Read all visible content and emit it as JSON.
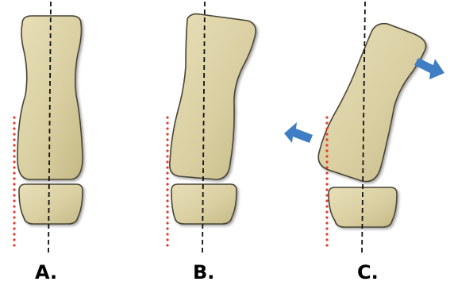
{
  "panels": [
    {
      "label": "A."
    },
    {
      "label": "B."
    },
    {
      "label": "C."
    }
  ],
  "colors": {
    "bone_fill": "#d9cfa2",
    "bone_stroke": "#4a4535",
    "dashed_line": "#111111",
    "dotted_line": "#e23b2e",
    "arrow": "#3f7dc4"
  },
  "icons": {
    "arrow_left": "arrow-left-icon",
    "arrow_right": "arrow-right-icon"
  }
}
